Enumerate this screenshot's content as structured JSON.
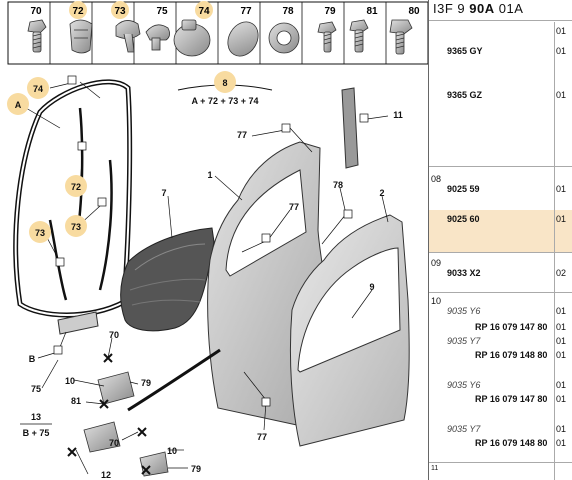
{
  "colors": {
    "badge": "#f8dba0",
    "selected_row": "#f9e5c7",
    "line": "#111"
  },
  "parts_strip": [
    "70",
    "72",
    "73",
    "75",
    "74",
    "77",
    "78",
    "79",
    "81",
    "80"
  ],
  "parts_strip_highlighted": [
    "72",
    "73",
    "74"
  ],
  "labels": {
    "l74": "74",
    "lA": "A",
    "l72": "72",
    "l73a": "73",
    "l73b": "73",
    "l8": "8",
    "l8_formula": "A + 72 + 73 + 74",
    "l1": "1",
    "l7": "7",
    "l77a": "77",
    "l77b": "77",
    "l77c": "77",
    "l78": "78",
    "l11": "11",
    "l2": "2",
    "l9": "9",
    "lB": "B",
    "l75": "75",
    "l70a": "70",
    "l70b": "70",
    "l10a": "10",
    "l10b": "10",
    "l79a": "79",
    "l79b": "79",
    "l81": "81",
    "l13": "13",
    "l13_formula": "B + 75",
    "l12": "12"
  },
  "panel": {
    "header_prefix": "I3F 9",
    "header_bold": "90A",
    "header_suffix": "01A",
    "rows": [
      {
        "group": "",
        "code": "9365 GY",
        "qty": "01"
      },
      {
        "group": "",
        "code": "9365 GZ",
        "qty": "01"
      },
      {
        "group": "08",
        "code": "9025 59",
        "qty": "01"
      },
      {
        "group": "",
        "code": "9025 60",
        "qty": "01"
      },
      {
        "group": "09",
        "code": "9033 X2",
        "qty": "02"
      },
      {
        "group": "10",
        "code": "9035 Y6",
        "qty": "01"
      },
      {
        "group": "",
        "rp": "RP 16 079 147 80",
        "qty": "01"
      },
      {
        "group": "",
        "code": "9035 Y7",
        "qty": "01"
      },
      {
        "group": "",
        "rp": "RP 16 079 148 80",
        "qty": "01"
      },
      {
        "group": "",
        "code": "9035 Y6",
        "qty": "01"
      },
      {
        "group": "",
        "rp": "RP 16 079 147 80",
        "qty": "01"
      },
      {
        "group": "",
        "code": "9035 Y7",
        "qty": "01"
      },
      {
        "group": "",
        "rp": "RP 16 079 148 80",
        "qty": "01"
      }
    ],
    "qty_top": "01",
    "footer_group": "11"
  }
}
